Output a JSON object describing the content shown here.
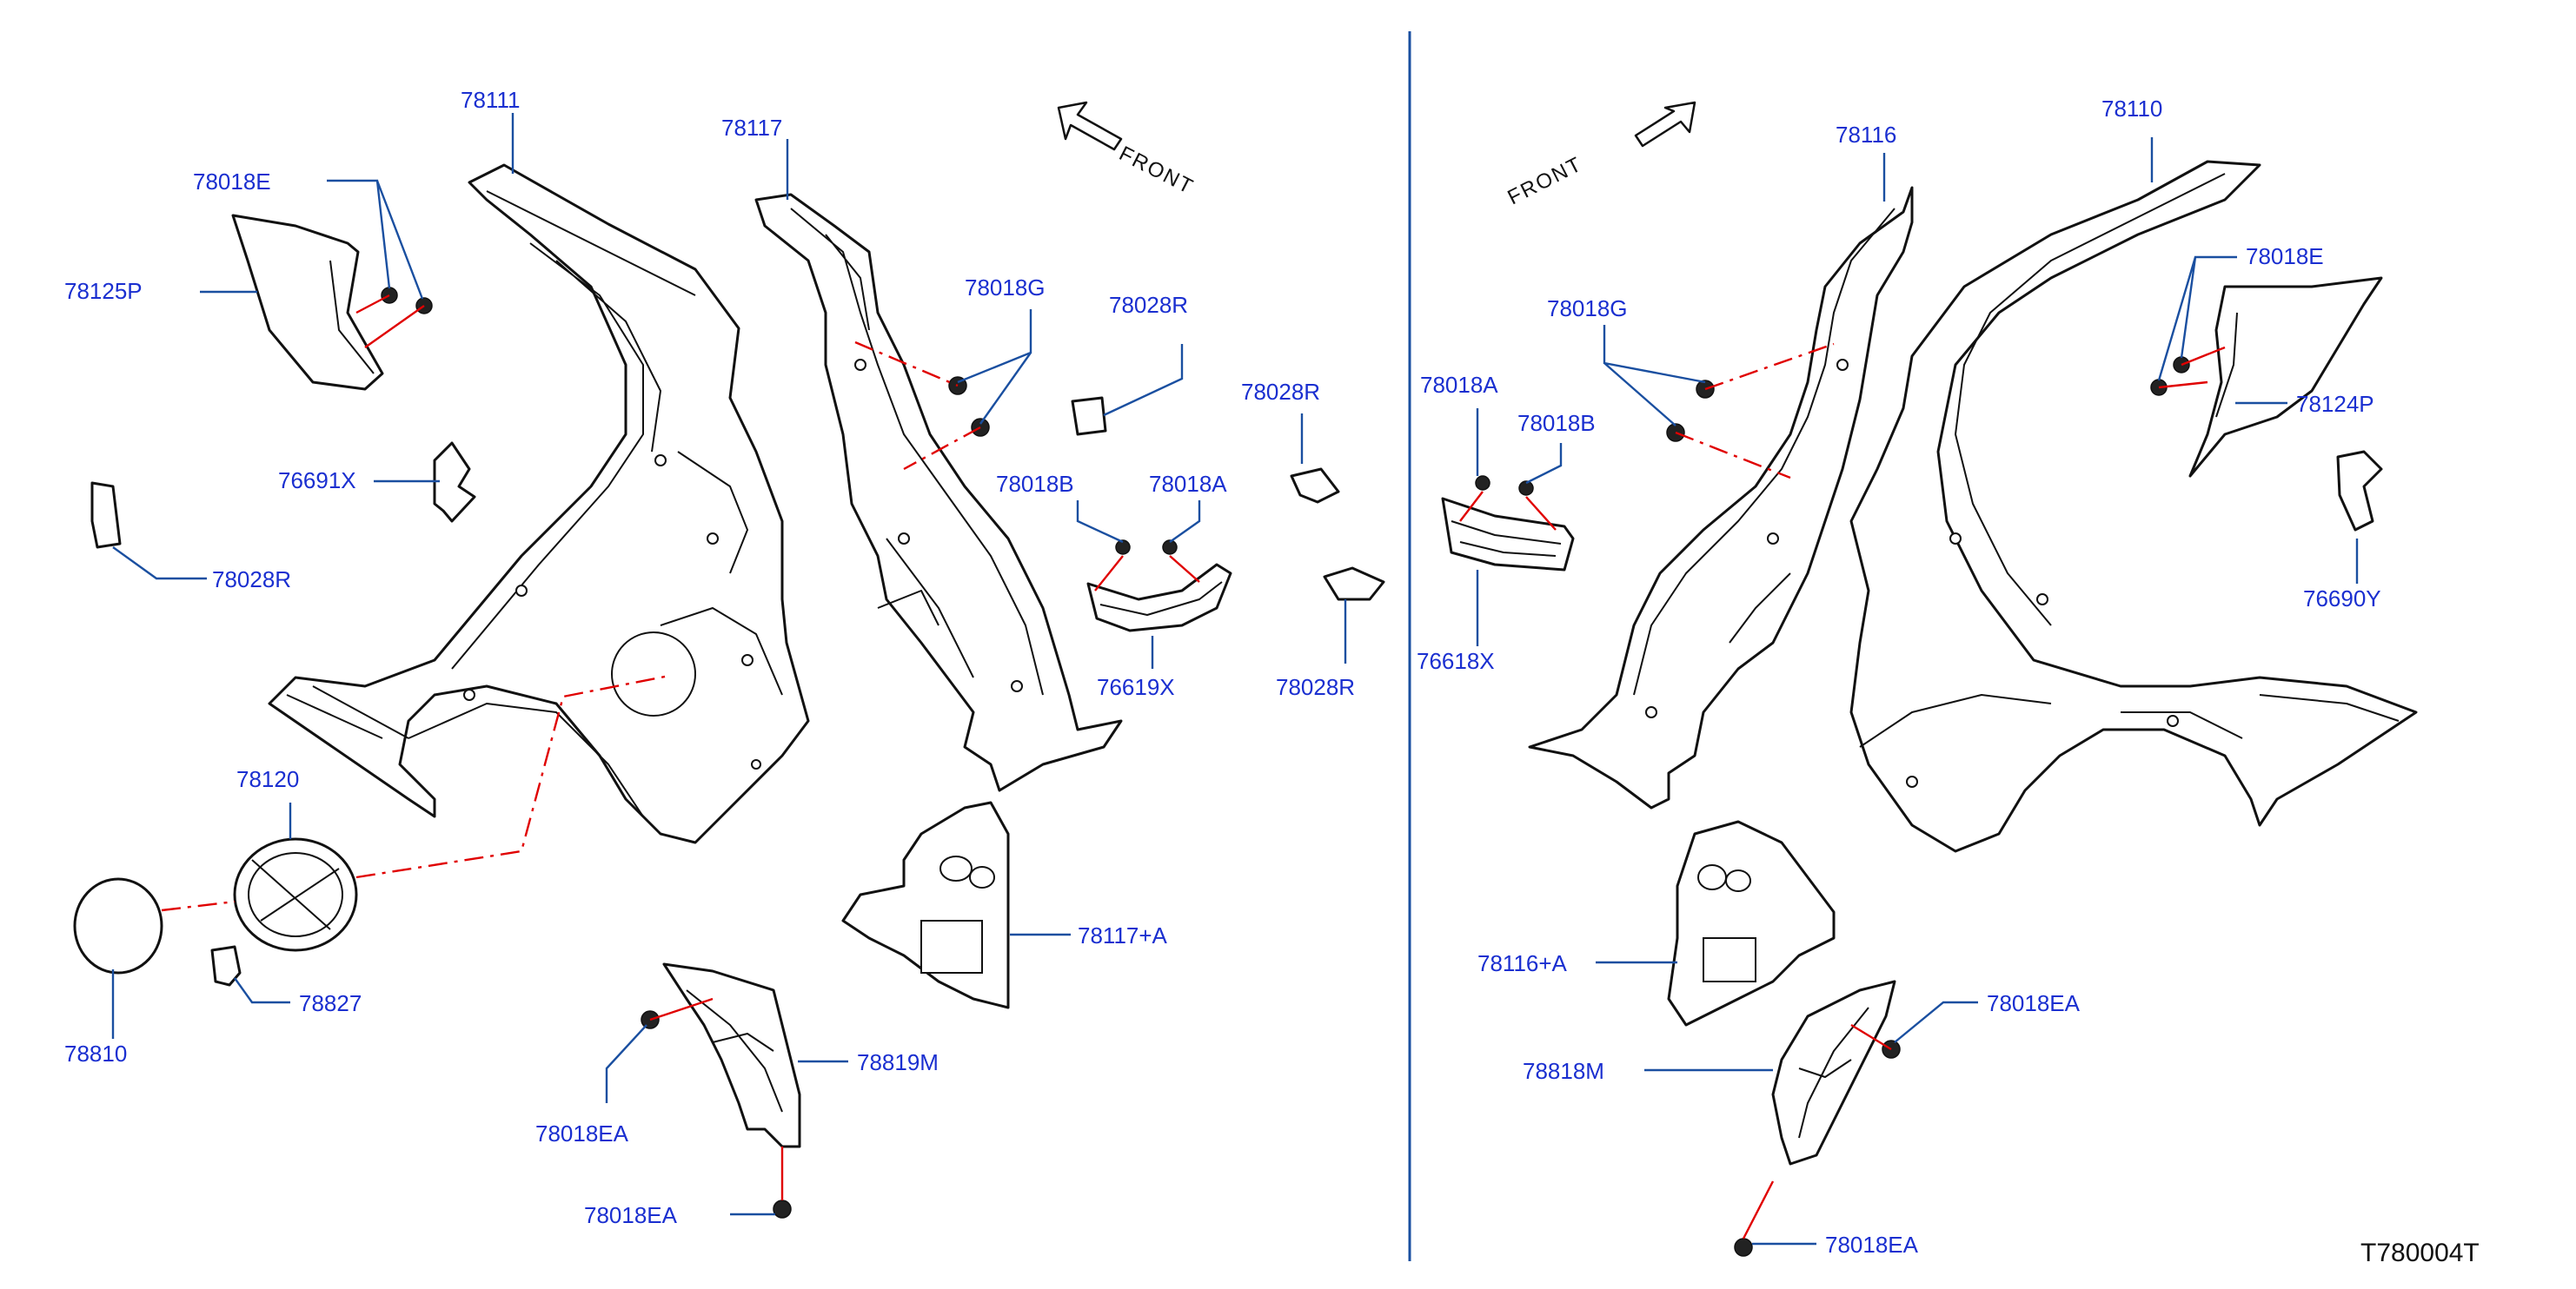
{
  "figure_id": "T780004T",
  "front_label_left": "FRONT",
  "front_label_right": "FRONT",
  "callouts": {
    "p78111": "78111",
    "p78117": "78117",
    "p78018E_left": "78018E",
    "p78125P": "78125P",
    "p76691X": "76691X",
    "p78028R_left": "78028R",
    "p78120": "78120",
    "p78810": "78810",
    "p78827": "78827",
    "p78018G_left": "78018G",
    "p78028R_top": "78028R",
    "p78028R_side": "78028R",
    "p78018B_left": "78018B",
    "p78018A_left": "78018A",
    "p76619X": "76619X",
    "p78028R_lower": "78028R",
    "p78117A": "78117+A",
    "p78819M": "78819M",
    "p78018EA_l1": "78018EA",
    "p78018EA_l2": "78018EA",
    "p78116": "78116",
    "p78110": "78110",
    "p78018E_right": "78018E",
    "p78018G_right": "78018G",
    "p78018A_right": "78018A",
    "p78018B_right": "78018B",
    "p78124P": "78124P",
    "p76690Y": "76690Y",
    "p76618X": "76618X",
    "p78116A": "78116+A",
    "p78818M": "78818M",
    "p78018EA_r1": "78018EA",
    "p78018EA_r2": "78018EA"
  },
  "colors": {
    "callout_text": "#1a2fd0",
    "leader_line": "#1a4fa0",
    "assembly_line": "#e00000",
    "part_outline": "#111111"
  }
}
